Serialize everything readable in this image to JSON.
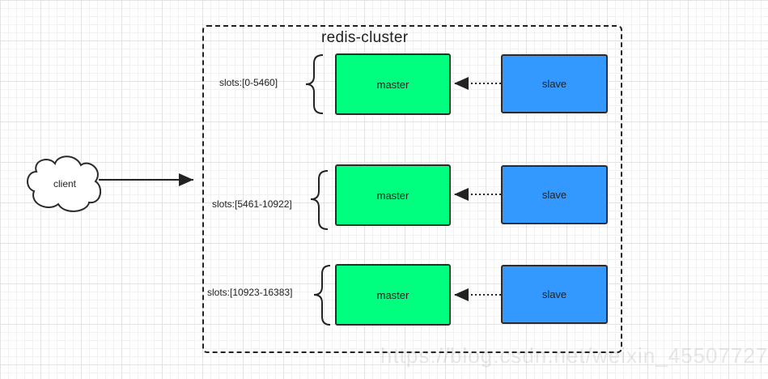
{
  "cluster": {
    "title": "redis-cluster"
  },
  "client": {
    "label": "client"
  },
  "groups": [
    {
      "slots": "slots:[0-5460]",
      "master": "master",
      "slave": "slave"
    },
    {
      "slots": "slots:[5461-10922]",
      "master": "master",
      "slave": "slave"
    },
    {
      "slots": "slots:[10923-16383]",
      "master": "master",
      "slave": "slave"
    }
  ],
  "watermark": "https://blog.csdn.net/weixin_45507727",
  "colors": {
    "master": "#00ff7f",
    "slave": "#3399ff",
    "stroke": "#2b2b2b",
    "dashed_border": "#222222"
  }
}
